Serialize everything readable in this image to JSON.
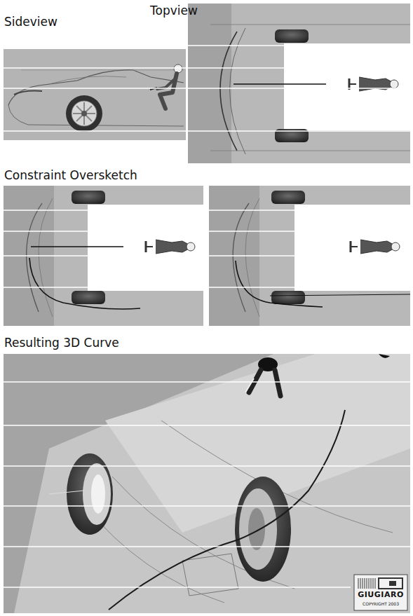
{
  "diagram": {
    "labels": [
      "Topview",
      "Sideview",
      "Constraint Oversketch",
      "Resulting 3D Curve",
      "GIUGIARO",
      "COPYRIGHT 2003"
    ]
  }
}
